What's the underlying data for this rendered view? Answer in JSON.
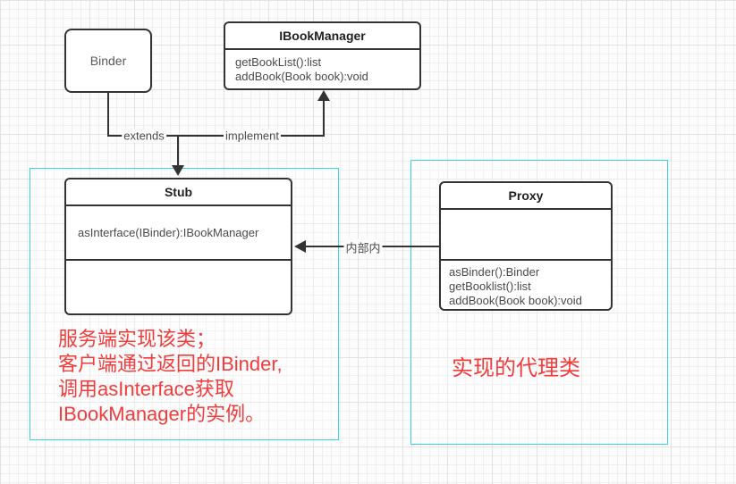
{
  "canvas": {
    "classes": {
      "binder": {
        "title": "Binder"
      },
      "ibookmanager": {
        "title": "IBookManager",
        "methods": [
          "getBookList():list",
          "addBook(Book book):void"
        ]
      },
      "stub": {
        "title": "Stub",
        "methods": [
          "asInterface(IBinder):IBookManager"
        ]
      },
      "proxy": {
        "title": "Proxy",
        "methods": [
          "asBinder():Binder",
          "getBooklist():list",
          "addBook(Book book):void"
        ]
      }
    },
    "edge_labels": {
      "extends": "extends",
      "implement": "implement",
      "internal": "内部内"
    },
    "notes": {
      "stub_lines": [
        "服务端实现该类；",
        "客户端通过返回的IBinder,",
        "调用asInterface获取",
        "IBookManager的实例。"
      ],
      "proxy": "实现的代理类"
    },
    "colors": {
      "selection_box": "#3bd6d6",
      "connector": "#333333",
      "class_border": "#333333",
      "note_text": "#f23c3c"
    }
  }
}
